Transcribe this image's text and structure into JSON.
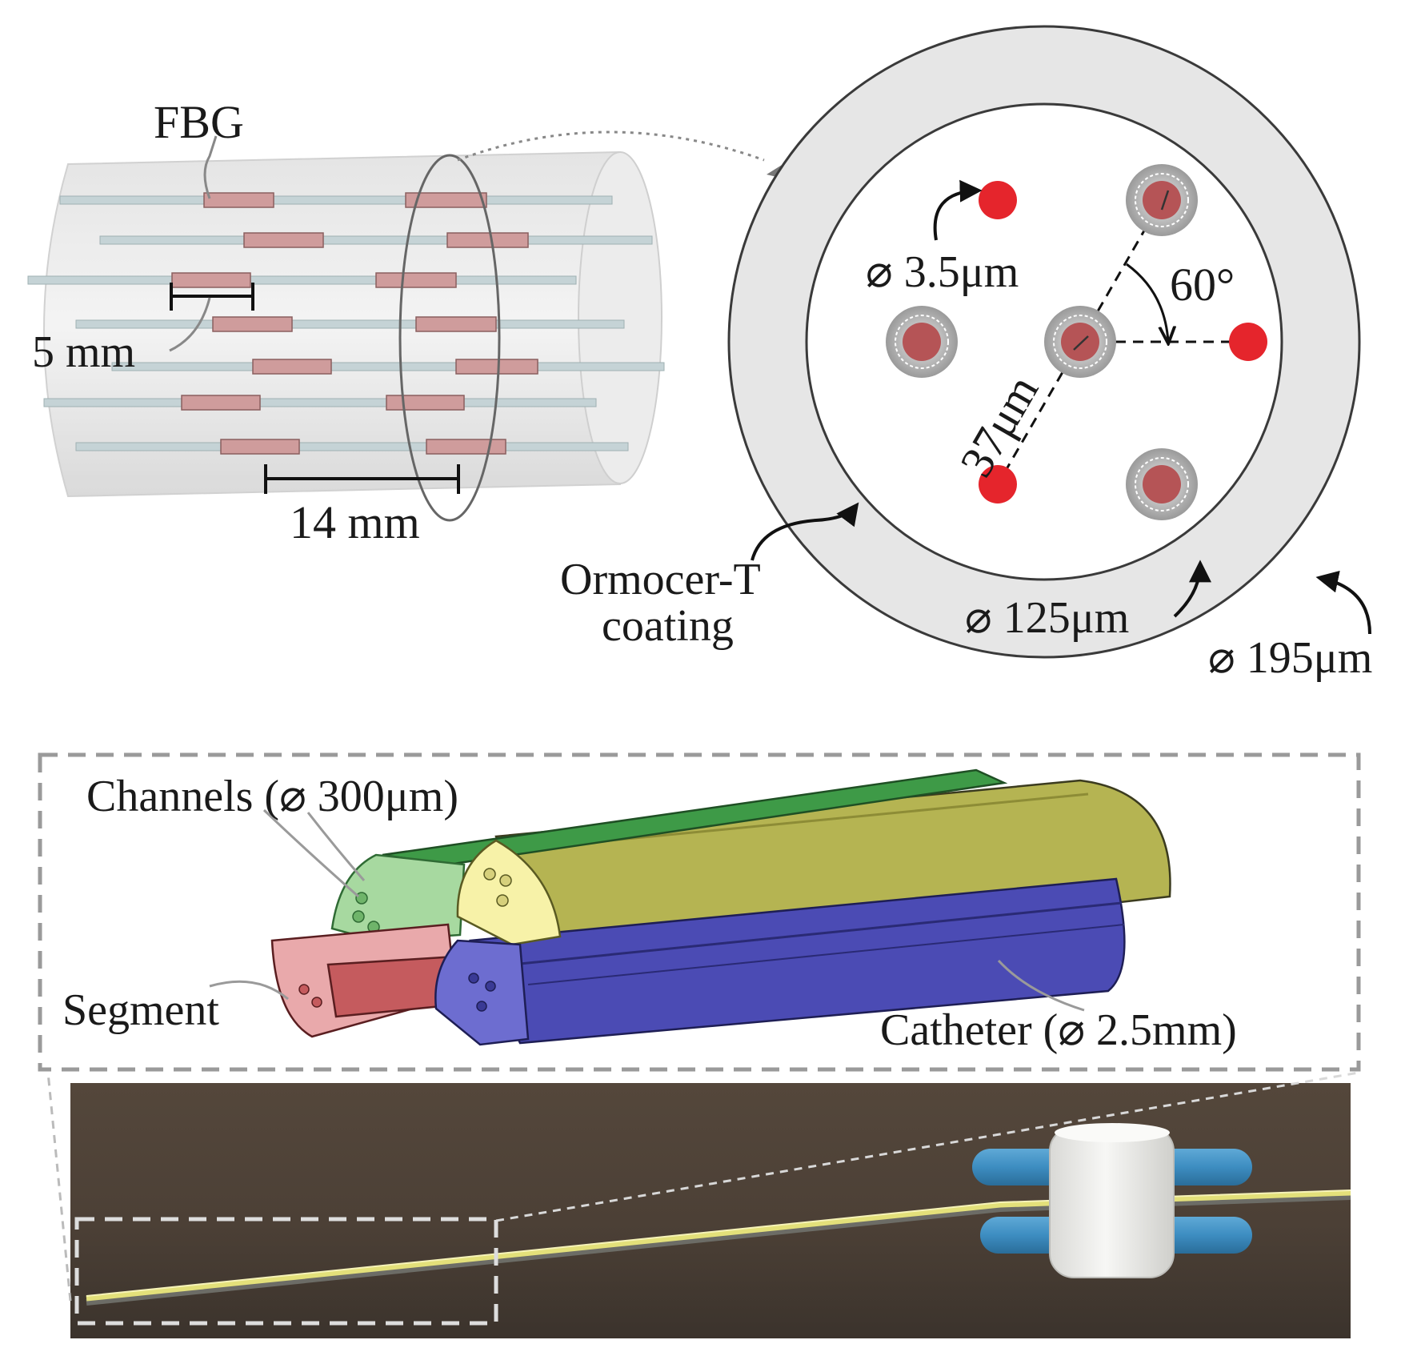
{
  "fbg_panel": {
    "fbg_label": "FBG",
    "grating_length": "5 mm",
    "cross_section_length": "14 mm"
  },
  "fiber_cross_section": {
    "core_diameter": "⌀ 3.5μm",
    "core_angle": "60°",
    "core_spacing": "37μm",
    "cladding_diameter": "⌀ 125μm",
    "coating_diameter": "⌀ 195μm",
    "coating_label_line1": "Ormocer-T",
    "coating_label_line2": "coating"
  },
  "catheter_panel": {
    "channels_label": "Channels (⌀ 300μm)",
    "segment_label": "Segment",
    "catheter_label": "Catheter (⌀ 2.5mm)"
  },
  "colors": {
    "grating": "#cf9c9c",
    "core_red": "#e5252c",
    "core_maroon": "#b55456",
    "coating_gray": "#e6e6e6",
    "segment_red": "#c55b5e",
    "channel_green": "#3e9a47",
    "cap_yellow": "#f7f2a8",
    "tube_olive": "#b5b452",
    "tube_blue": "#4b4bb4",
    "photo_background": "#54473b",
    "clamp_white": "#eeeeec",
    "clamp_blue": "#3d8dc1"
  }
}
